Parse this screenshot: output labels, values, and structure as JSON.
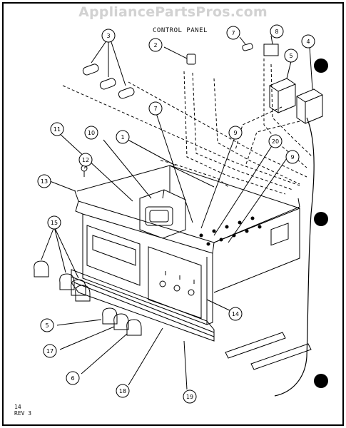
{
  "watermark": "AppliancePartsPros.com",
  "title": "CONTROL PANEL",
  "footer": {
    "line1": "14",
    "line2": "REV 3"
  },
  "callouts": [
    {
      "id": "c-1",
      "label": "1"
    },
    {
      "id": "c-2",
      "label": "2"
    },
    {
      "id": "c-3",
      "label": "3"
    },
    {
      "id": "c-4",
      "label": "4"
    },
    {
      "id": "c-5a",
      "label": "5"
    },
    {
      "id": "c-5b",
      "label": "5"
    },
    {
      "id": "c-6",
      "label": "6"
    },
    {
      "id": "c-7a",
      "label": "7"
    },
    {
      "id": "c-7b",
      "label": "7"
    },
    {
      "id": "c-8",
      "label": "8"
    },
    {
      "id": "c-9a",
      "label": "9"
    },
    {
      "id": "c-9b",
      "label": "9"
    },
    {
      "id": "c-10",
      "label": "10"
    },
    {
      "id": "c-11",
      "label": "11"
    },
    {
      "id": "c-12",
      "label": "12"
    },
    {
      "id": "c-13",
      "label": "13"
    },
    {
      "id": "c-14",
      "label": "14"
    },
    {
      "id": "c-15",
      "label": "15"
    },
    {
      "id": "c-17",
      "label": "17"
    },
    {
      "id": "c-18",
      "label": "18"
    },
    {
      "id": "c-19",
      "label": "19"
    },
    {
      "id": "c-20",
      "label": "20"
    }
  ]
}
